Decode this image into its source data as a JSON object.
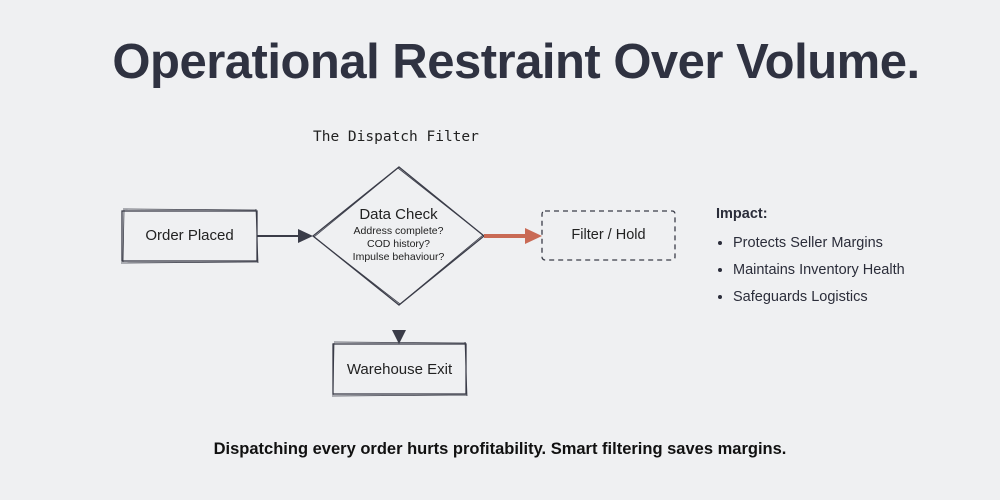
{
  "title": "Operational Restraint Over Volume.",
  "diagram_title": "The Dispatch Filter",
  "nodes": {
    "order_placed": "Order Placed",
    "data_check": {
      "title": "Data Check",
      "lines": [
        "Address complete?",
        "COD history?",
        "Impulse behaviour?"
      ]
    },
    "filter_hold": "Filter / Hold",
    "warehouse_exit": "Warehouse Exit"
  },
  "impact": {
    "heading": "Impact:",
    "items": [
      "Protects Seller Margins",
      "Maintains Inventory Health",
      "Safeguards Logistics"
    ]
  },
  "footer": "Dispatching every order hurts profitability. Smart filtering saves margins.",
  "colors": {
    "ink": "#2f3241",
    "accent": "#c96a55"
  }
}
